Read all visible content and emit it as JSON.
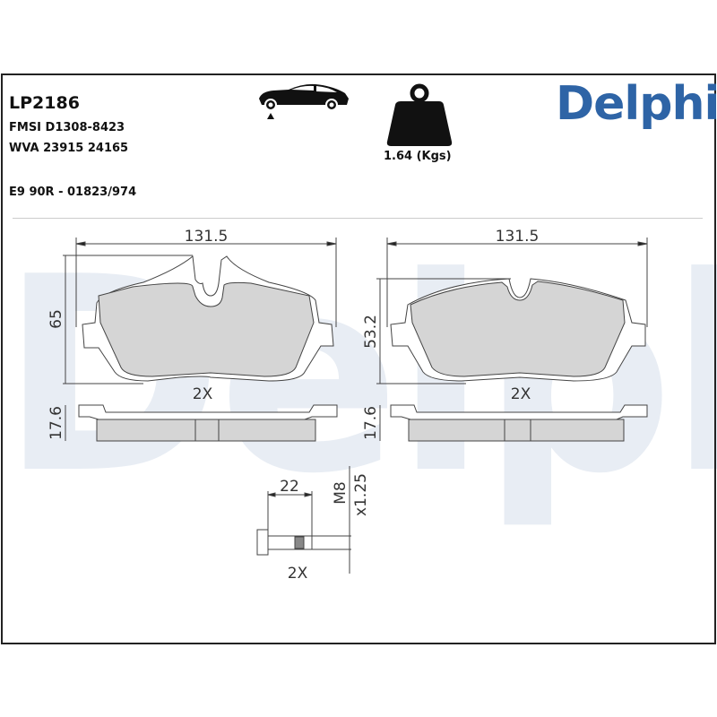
{
  "header": {
    "part_number": "LP2186",
    "fmsi": "FMSI D1308-8423",
    "wva": "WVA 23915 24165",
    "approval": "E9 90R - 01823/974",
    "weight_label": "1.64 (Kgs)",
    "brand": "Delphi",
    "brand_color": "#2e64a6"
  },
  "icons": {
    "axle": "car-front-axle-icon",
    "weight": "weight-icon"
  },
  "drawings": {
    "pad_left": {
      "width": "131.5",
      "height": "65",
      "thickness": "17.6",
      "qty": "2X"
    },
    "pad_right": {
      "width": "131.5",
      "height": "53.2",
      "thickness": "17.6",
      "qty": "2X"
    },
    "bolt": {
      "length": "22",
      "thread": "M8",
      "pitch": "x1.25",
      "qty": "2X"
    }
  },
  "watermark": "Delphi"
}
